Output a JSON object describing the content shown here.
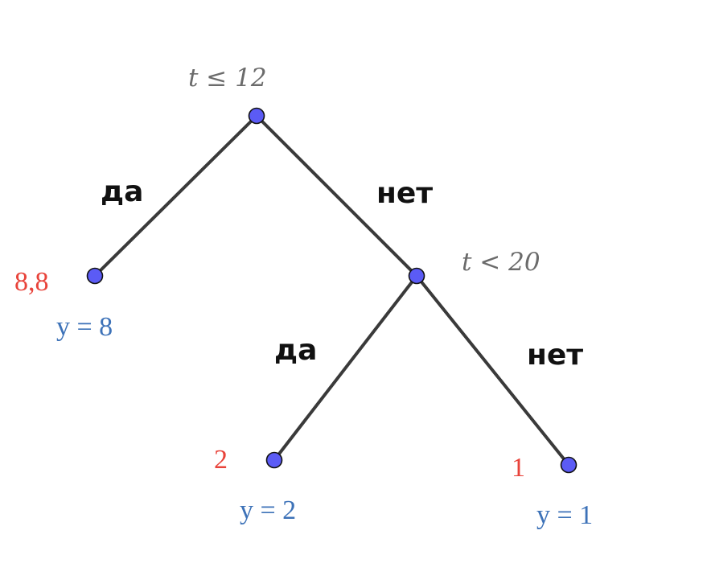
{
  "colors": {
    "node_fill": "#5b5bf5",
    "edge": "#3a3a3a",
    "branch_label": "#111111",
    "condition": "#6b6b6b",
    "leaf_value": "#e8433a",
    "prediction": "#3d72b8"
  },
  "nodes": {
    "root": {
      "condition": "t ≤ 12"
    },
    "split": {
      "condition": "t < 20"
    },
    "leaf_left": {
      "value": "8,8",
      "prediction": "y = 8"
    },
    "leaf_mid": {
      "value": "2",
      "prediction": "y = 2"
    },
    "leaf_right": {
      "value": "1",
      "prediction": "y = 1"
    }
  },
  "edges": {
    "root_yes": "да",
    "root_no": "нет",
    "split_yes": "да",
    "split_no": "нет"
  }
}
